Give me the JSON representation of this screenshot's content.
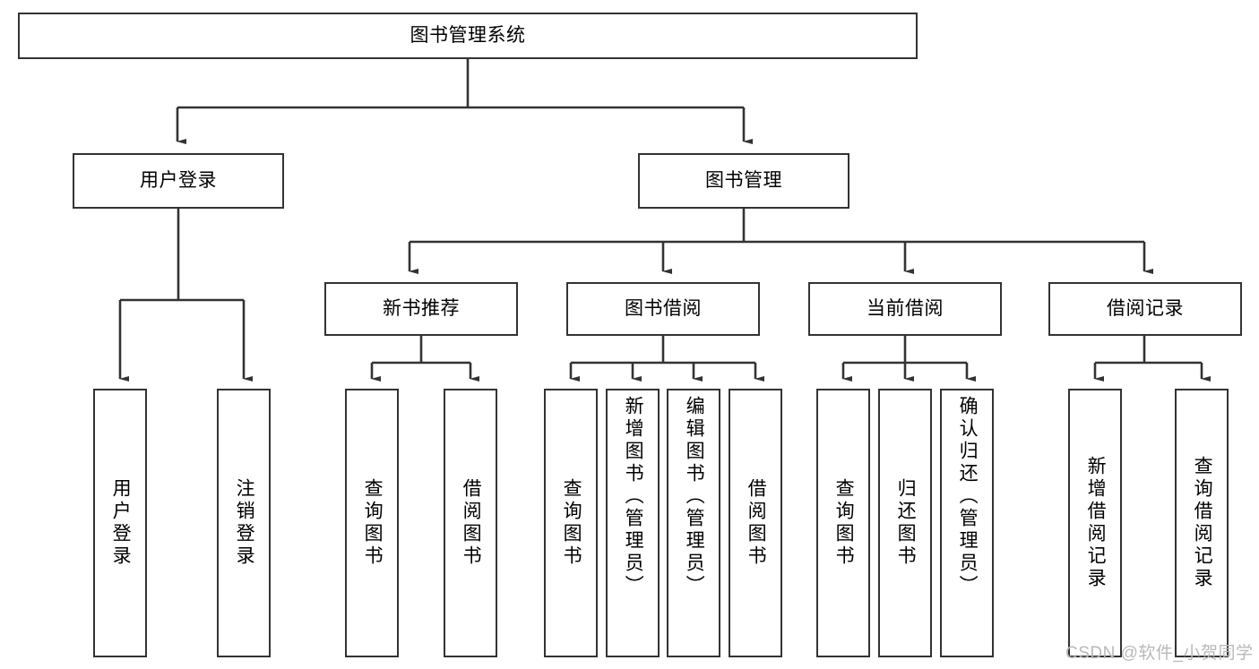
{
  "diagram": {
    "title": "图书管理系统",
    "type": "tree-hierarchy-diagram",
    "colors": {
      "box_border": "#333333",
      "box_fill": "#ffffff",
      "connector": "#333333",
      "background": "#ffffff",
      "watermark": "#b9b9b9"
    },
    "root": {
      "label": "图书管理系统"
    },
    "level2": [
      {
        "label": "用户登录"
      },
      {
        "label": "图书管理"
      }
    ],
    "level3": [
      {
        "label": "新书推荐"
      },
      {
        "label": "图书借阅"
      },
      {
        "label": "当前借阅"
      },
      {
        "label": "借阅记录"
      }
    ],
    "leaves_user_login": [
      {
        "label": "用户登录"
      },
      {
        "label": "注销登录"
      }
    ],
    "leaves_new_books": [
      {
        "label": "查询图书"
      },
      {
        "label": "借阅图书"
      }
    ],
    "leaves_borrow": [
      {
        "label": "查询图书"
      },
      {
        "label": "新增图书（管理员）"
      },
      {
        "label": "编辑图书（管理员）"
      },
      {
        "label": "借阅图书"
      }
    ],
    "leaves_current": [
      {
        "label": "查询图书"
      },
      {
        "label": "归还图书"
      },
      {
        "label": "确认归还（管理员）"
      }
    ],
    "leaves_records": [
      {
        "label": "新增借阅记录"
      },
      {
        "label": "查询借阅记录"
      }
    ]
  },
  "watermark": {
    "text": "CSDN @软件_小贺同学"
  }
}
